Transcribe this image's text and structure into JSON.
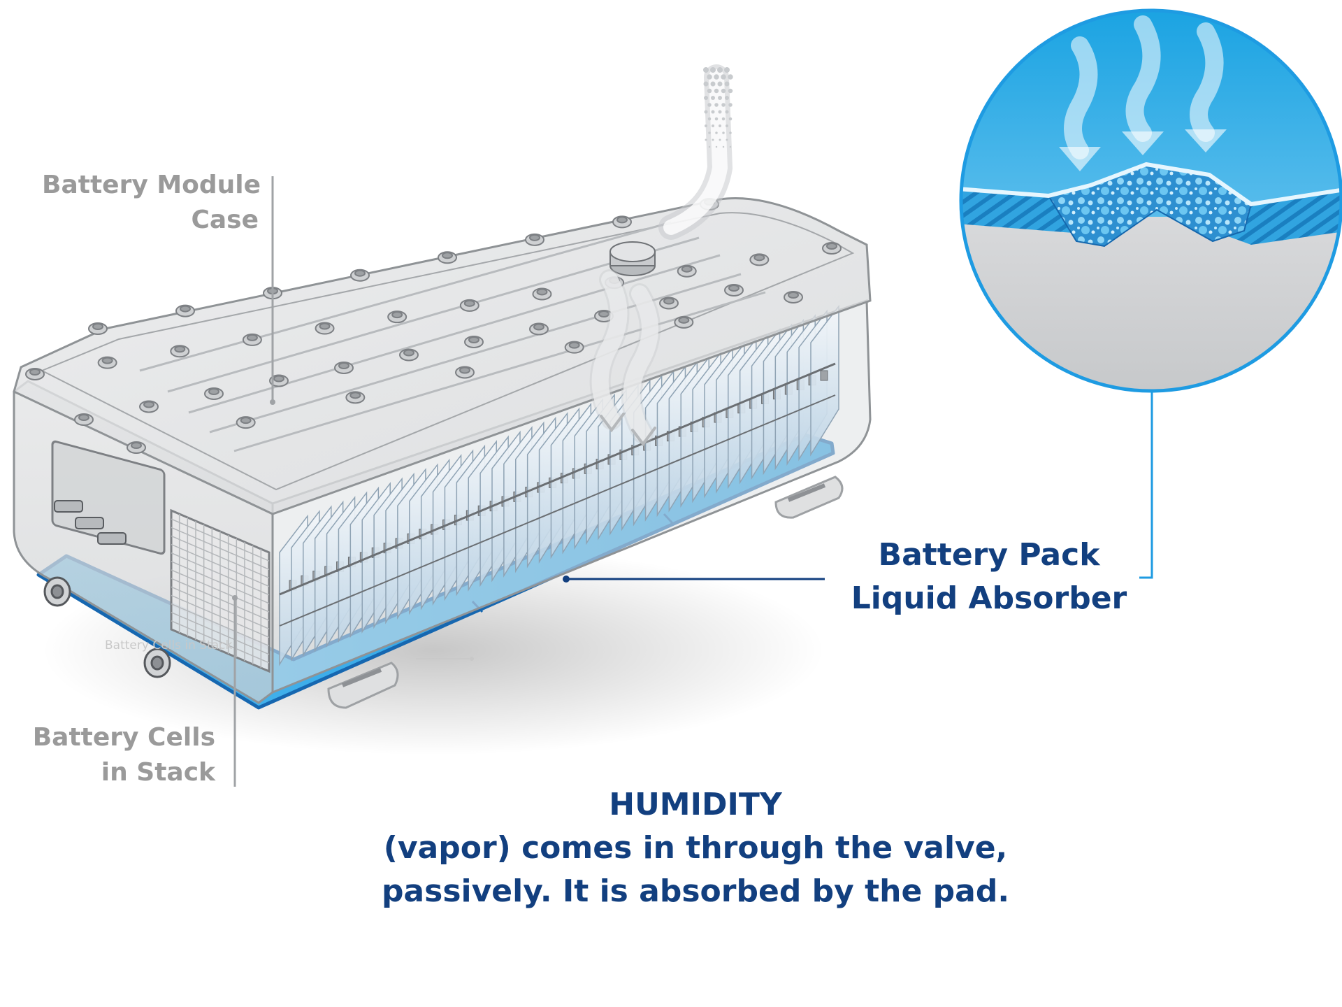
{
  "labels": {
    "module_case_line1": "Battery Module",
    "module_case_line2": "Case",
    "cells_line1": "Battery Cells",
    "cells_line2": "in Stack",
    "ghost_text": "Battery Cells in Stack",
    "absorber_line1": "Battery Pack",
    "absorber_line2": "Liquid Absorber"
  },
  "caption": {
    "line1": "HUMIDITY",
    "line2": "(vapor) comes in through the valve,",
    "line3": "passively. It is absorbed by the pad."
  },
  "colors": {
    "brand_blue": "#123f7f",
    "absorber_blue": "#1e9be2",
    "label_gray": "#9a9a9a",
    "case_gray": "#d9dadc"
  }
}
